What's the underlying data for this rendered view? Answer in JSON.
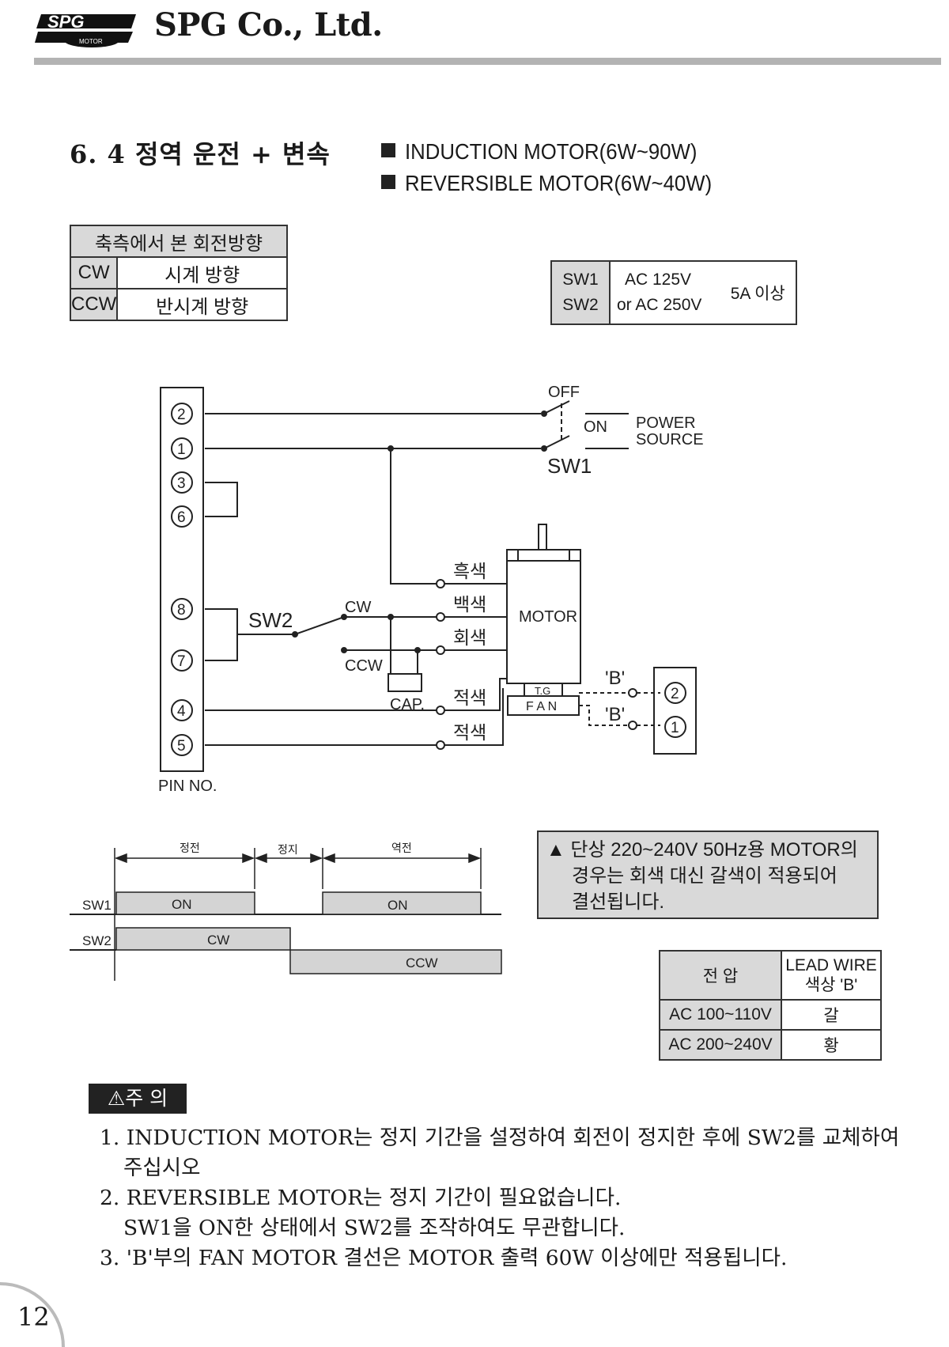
{
  "header": {
    "logo_text": "SPG",
    "logo_sub": "MOTOR",
    "company": "SPG Co., Ltd."
  },
  "section": {
    "title": "6. 4 정역 운전 + 변속",
    "applies_to": [
      "INDUCTION MOTOR(6W~90W)",
      "REVERSIBLE MOTOR(6W~40W)"
    ]
  },
  "rotation_table": {
    "header": "축측에서 본 회전방향",
    "rows": [
      {
        "code": "CW",
        "desc": "시계 방향"
      },
      {
        "code": "CCW",
        "desc": "반시계 방향"
      }
    ]
  },
  "switch_rating": {
    "switches": [
      "SW1",
      "SW2"
    ],
    "voltage_1": "AC 125V",
    "voltage_2": "or AC 250V",
    "current": "5A 이상"
  },
  "wiring": {
    "pins": [
      "2",
      "1",
      "3",
      "6",
      "8",
      "7",
      "4",
      "5"
    ],
    "pin_caption": "PIN NO.",
    "sw1_label": "SW1",
    "sw1_off": "OFF",
    "sw1_on": "ON",
    "power_source_1": "POWER",
    "power_source_2": "SOURCE",
    "sw2_label": "SW2",
    "sw2_cw": "CW",
    "sw2_ccw": "CCW",
    "cap_label": "CAP.",
    "wire_colors": [
      "흑색",
      "백색",
      "회색",
      "적색",
      "적색"
    ],
    "motor_label": "MOTOR",
    "tg_label": "T.G",
    "fan_label": "F A N",
    "fan_wire_label": "'B'",
    "fan_terminals": [
      "2",
      "1"
    ]
  },
  "timing": {
    "phases": [
      "정전",
      "정지",
      "역전"
    ],
    "sw1_label": "SW1",
    "sw2_label": "SW2",
    "sw1_on_1": "ON",
    "sw1_on_2": "ON",
    "sw2_cw": "CW",
    "sw2_ccw": "CCW"
  },
  "note": {
    "lines": [
      "▲ 단상 220~240V 50Hz용 MOTOR의",
      "경우는 회색 대신 갈색이 적용되어",
      "결선됩니다."
    ]
  },
  "lead_wire_table": {
    "col1_header": "전 압",
    "col2_header_1": "LEAD WIRE",
    "col2_header_2": "색상   'B'",
    "rows": [
      {
        "voltage": "AC 100~110V",
        "color": "갈"
      },
      {
        "voltage": "AC 200~240V",
        "color": "황"
      }
    ]
  },
  "caution": {
    "badge": "⚠주 의",
    "items": [
      "1. INDUCTION MOTOR는 정지 기간을 설정하여 회전이 정지한 후에 SW2를 교체하여",
      "주십시오",
      "2. REVERSIBLE MOTOR는 정지 기간이 필요없습니다.",
      "SW1을 ON한 상태에서 SW2를 조작하여도 무관합니다.",
      "3. 'B'부의 FAN MOTOR 결선은 MOTOR 출력 60W 이상에만 적용됩니다."
    ]
  },
  "page_number": "12"
}
